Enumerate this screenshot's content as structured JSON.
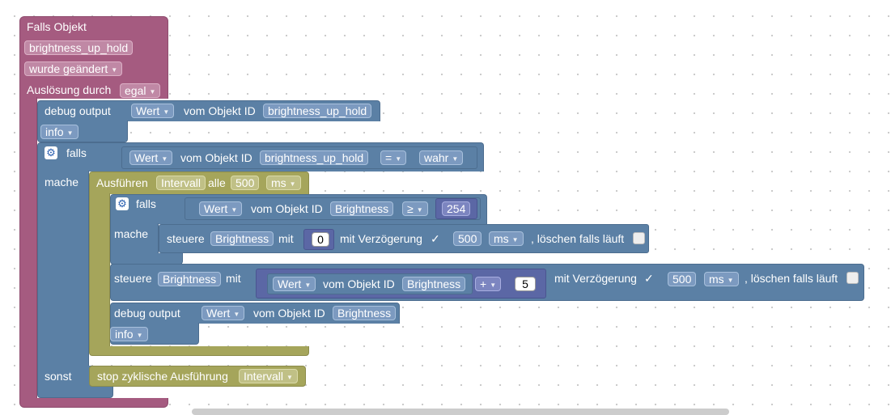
{
  "trigger": {
    "title": "Falls Objekt",
    "object_id": "brightness_up_hold",
    "change": "wurde geändert",
    "trigger_by": "Auslösung durch",
    "trigger_value": "egal"
  },
  "debug1": {
    "label": "debug output",
    "value_dd": "Wert",
    "of_object": "vom Objekt ID",
    "object_id": "brightness_up_hold",
    "level": "info"
  },
  "if1": {
    "if_label": "falls",
    "value_dd": "Wert",
    "of_object": "vom Objekt ID",
    "object_id": "brightness_up_hold",
    "op": "=",
    "bool": "wahr",
    "do_label": "mache",
    "else_label": "sonst"
  },
  "interval": {
    "run": "Ausführen",
    "name": "Intervall",
    "every": "alle",
    "ms_value": "500",
    "unit": "ms"
  },
  "if2": {
    "if_label": "falls",
    "value_dd": "Wert",
    "of_object": "vom Objekt ID",
    "object_id": "Brightness",
    "op": "≥",
    "num": "254",
    "do_label": "mache"
  },
  "set1": {
    "label": "steuere",
    "object_id": "Brightness",
    "with": "mit",
    "value": "0",
    "delay_label": "mit Verzögerung",
    "check": "✓",
    "delay": "500",
    "unit": "ms",
    "clear_label": ", löschen falls läuft"
  },
  "set2": {
    "label": "steuere",
    "object_id": "Brightness",
    "with": "mit",
    "value_dd": "Wert",
    "of_object": "vom Objekt ID",
    "op_object": "Brightness",
    "op": "+",
    "num": "5",
    "delay_label": "mit Verzögerung",
    "check": "✓",
    "delay": "500",
    "unit": "ms",
    "clear_label": ", löschen falls läuft"
  },
  "debug2": {
    "label": "debug output",
    "value_dd": "Wert",
    "of_object": "vom Objekt ID",
    "object_id": "Brightness",
    "level": "info"
  },
  "stop": {
    "label": "stop zyklische Ausführung",
    "name": "Intervall"
  },
  "icons": {
    "gear": "⚙",
    "dropdown": "▼"
  }
}
